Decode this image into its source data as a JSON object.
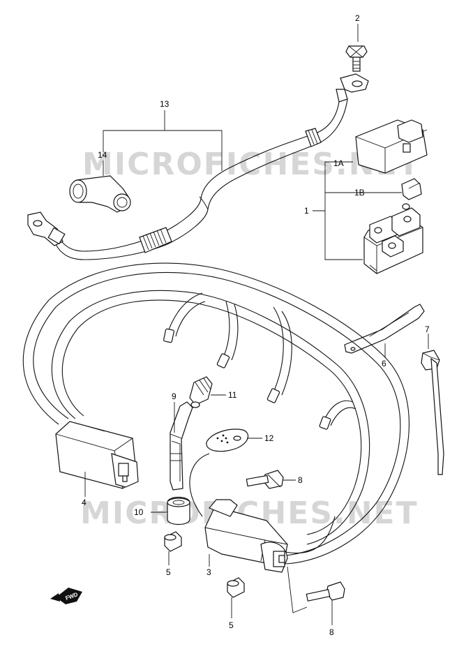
{
  "watermark": {
    "top": "MICROFICHES.NET",
    "bottom": "MICROFICHES.NET"
  },
  "fwd_badge": "FWD",
  "callouts": {
    "c1": "1",
    "c1a": "1A",
    "c1b": "1B",
    "c2": "2",
    "c3": "3",
    "c4": "4",
    "c5a": "5",
    "c5b": "5",
    "c6": "6",
    "c7": "7",
    "c8a": "8",
    "c8b": "8",
    "c9": "9",
    "c10": "10",
    "c11": "11",
    "c12": "12",
    "c13": "13",
    "c14": "14"
  }
}
